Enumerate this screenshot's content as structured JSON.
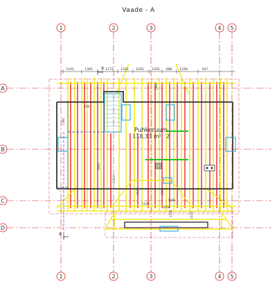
{
  "title": "Vaade - A",
  "column_axes": [
    "1",
    "2",
    "3",
    "4",
    "5"
  ],
  "row_axes": [
    "A",
    "B",
    "C",
    "D"
  ],
  "room": {
    "name": "Puhkeruum",
    "area": "118,33 m²",
    "number": "2"
  },
  "section_marks": {
    "top": "A",
    "bottom": "A"
  },
  "top_dimensions": [
    "1292",
    "1392",
    "1172",
    "1292",
    "1292",
    "1292",
    "888",
    "1248",
    "947"
  ],
  "dimension_labels": [
    "558",
    "1062",
    "1392",
    "1392",
    "1122",
    "1124",
    "1362",
    "1346",
    "1158",
    "1155",
    "1310",
    "1058"
  ],
  "colors": {
    "axis": "#d22020",
    "wall": "#333333",
    "beam_yellow": "#f3ea1a",
    "beam_red": "#ee1f1f",
    "accent_green": "#22c022",
    "accent_cyan": "#3ab0d8",
    "hidden_line": "#3a3ad0",
    "outline_pink": "#e08a9a"
  }
}
